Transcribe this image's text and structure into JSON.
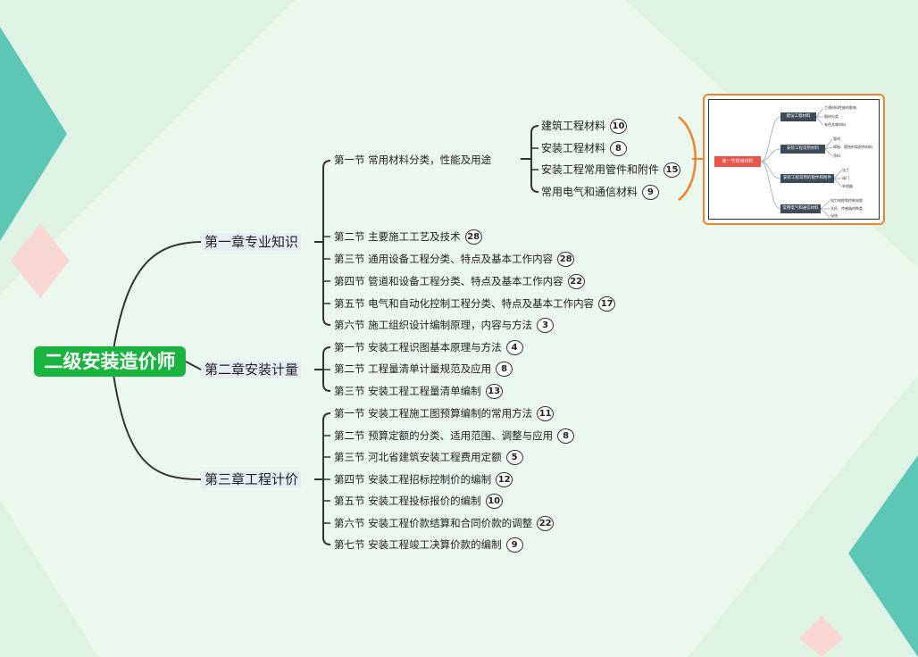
{
  "root": {
    "label": "二级安装造价师"
  },
  "chapters": [
    {
      "label": "第一章专业知识",
      "sections": [
        {
          "label": "第一节 常用材料分类，性能及用途",
          "count": "",
          "subs": [
            {
              "label": "建筑工程材料",
              "count": "10"
            },
            {
              "label": "安装工程材料",
              "count": "8"
            },
            {
              "label": "安装工程常用管件和附件",
              "count": "15"
            },
            {
              "label": "常用电气和通信材料",
              "count": "9"
            }
          ]
        },
        {
          "label": "第二节 主要施工工艺及技术",
          "count": "28"
        },
        {
          "label": "第三节 通用设备工程分类、特点及基本工作内容",
          "count": "28"
        },
        {
          "label": "第四节 管道和设备工程分类、特点及基本工作内容",
          "count": "22"
        },
        {
          "label": "第五节 电气和自动化控制工程分类、特点及基本工作内容",
          "count": "17"
        },
        {
          "label": "第六节 施工组织设计编制原理，内容与方法",
          "count": "3"
        }
      ]
    },
    {
      "label": "第二章安装计量",
      "sections": [
        {
          "label": "第一节 安装工程识图基本原理与方法",
          "count": "4"
        },
        {
          "label": "第二节 工程量清单计量规范及应用",
          "count": "8"
        },
        {
          "label": "第三节 安装工程工程量清单编制",
          "count": "13"
        }
      ]
    },
    {
      "label": "第三章工程计价",
      "sections": [
        {
          "label": "第一节 安装工程施工图预算编制的常用方法",
          "count": "11"
        },
        {
          "label": "第二节 预算定额的分类、适用范围、调整与应用",
          "count": "8"
        },
        {
          "label": "第三节 河北省建筑安装工程费用定额",
          "count": "5"
        },
        {
          "label": "第四节 安装工程招标控制价的编制",
          "count": "12"
        },
        {
          "label": "第五节 安装工程投标报价的编制",
          "count": "10"
        },
        {
          "label": "第六节 安装工程价款结算和合同价款的调整",
          "count": "22"
        },
        {
          "label": "第七节 安装工程竣工决算价款的编制",
          "count": "9"
        }
      ]
    }
  ],
  "thumbnail": {
    "root": "第一节常用材料",
    "nodes": [
      "建设工程材料",
      "安装工程常用材料",
      "安装工程常用的管件和附件",
      "常用电气和通信材料"
    ],
    "leaves": [
      [
        "兰通材料性能的影响",
        "钢材分类",
        "有色金属材料"
      ],
      [
        "管材",
        "焊接、腐蚀剂和耐热材料",
        "涂料"
      ],
      [
        "法兰",
        "阀门",
        "补偿器"
      ],
      [
        "电力电缆和控制电缆",
        "光纤、传感器的种类",
        "母线"
      ]
    ]
  },
  "colors": {
    "root_bg": "#19b33f",
    "line": "#333333",
    "accent": "#f0832a"
  }
}
